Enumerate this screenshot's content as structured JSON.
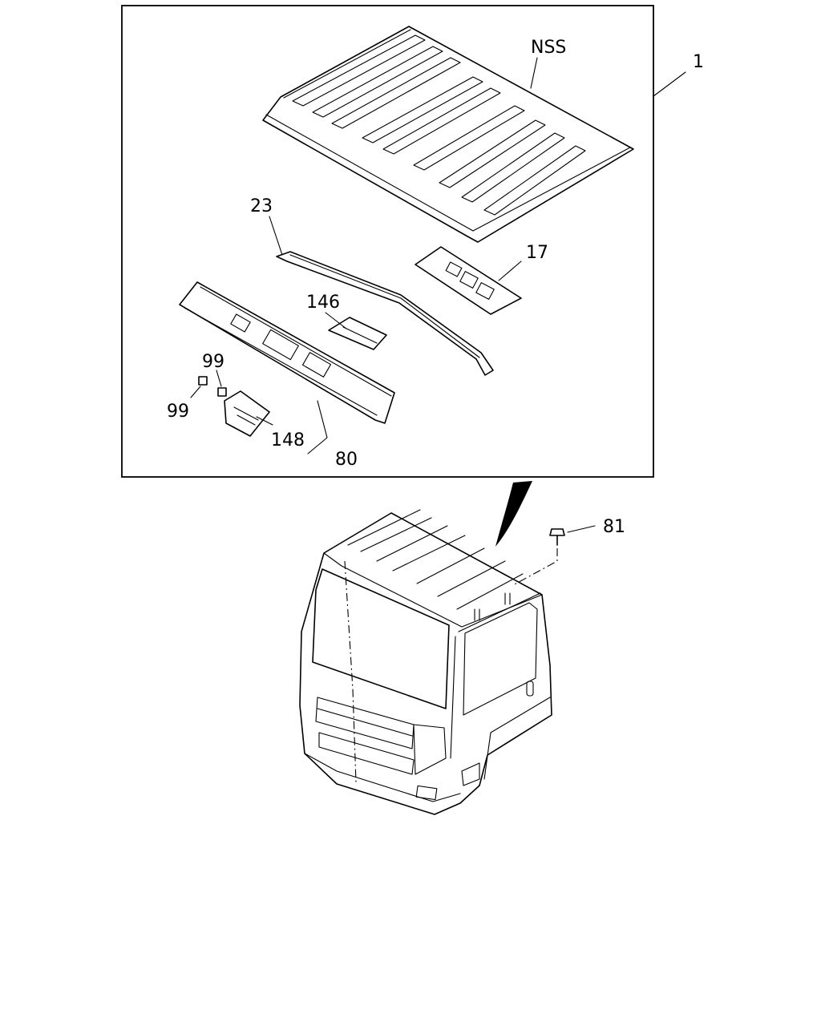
{
  "callouts": {
    "assembly": "1",
    "roof_panel": "NSS",
    "roof_bow_rear": "23",
    "bracket_plate": "17",
    "bracket_small": "146",
    "clip_upper": "99",
    "clip_lower": "99",
    "vent_bracket": "148",
    "front_header": "80",
    "bolt": "81"
  }
}
